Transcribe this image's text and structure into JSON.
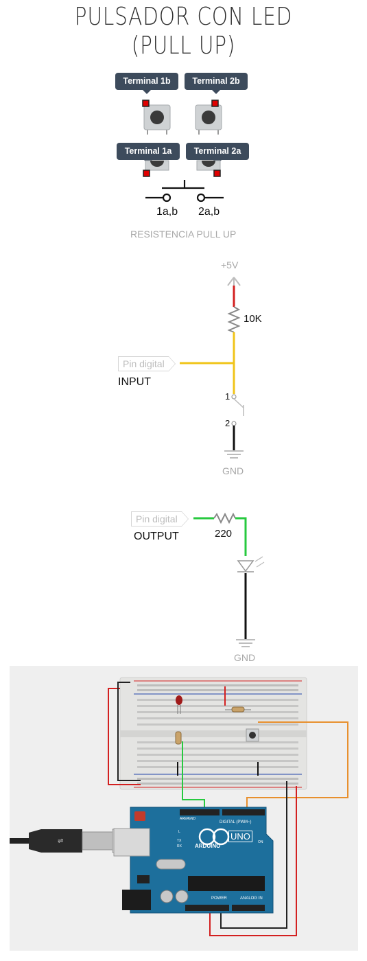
{
  "title": {
    "line1": "PULSADOR CON LED",
    "line2": "(PULL UP)"
  },
  "button_terminals": {
    "t1b": "Terminal 1b",
    "t2b": "Terminal 2b",
    "t1a": "Terminal 1a",
    "t2a": "Terminal 2a"
  },
  "switch_symbol": {
    "left": "1a,b",
    "right": "2a,b"
  },
  "pullup": {
    "heading": "RESISTENCIA PULL UP",
    "vcc": "+5V",
    "resistor": "10K",
    "pin_tag": "Pin digital",
    "pin_mode": "INPUT",
    "node1": "1",
    "node2": "2",
    "gnd": "GND"
  },
  "output": {
    "pin_tag": "Pin digital",
    "pin_mode": "OUTPUT",
    "resistor": "220",
    "gnd": "GND"
  },
  "arduino": {
    "brand": "ARDUINO",
    "model": "UNO",
    "digital": "DIGITAL (PWM~)",
    "power": "POWER",
    "analog": "ANALOG IN",
    "aref": "AREF",
    "gnd": "GND",
    "tx": "TX",
    "rx": "RX",
    "l": "L",
    "on": "ON"
  },
  "colors": {
    "wire_red": "#d32020",
    "wire_yellow": "#f0c419",
    "wire_green": "#27c93f",
    "wire_orange": "#e8902e",
    "board_blue": "#1d6f9c",
    "tooltip": "#3d4b5c"
  }
}
